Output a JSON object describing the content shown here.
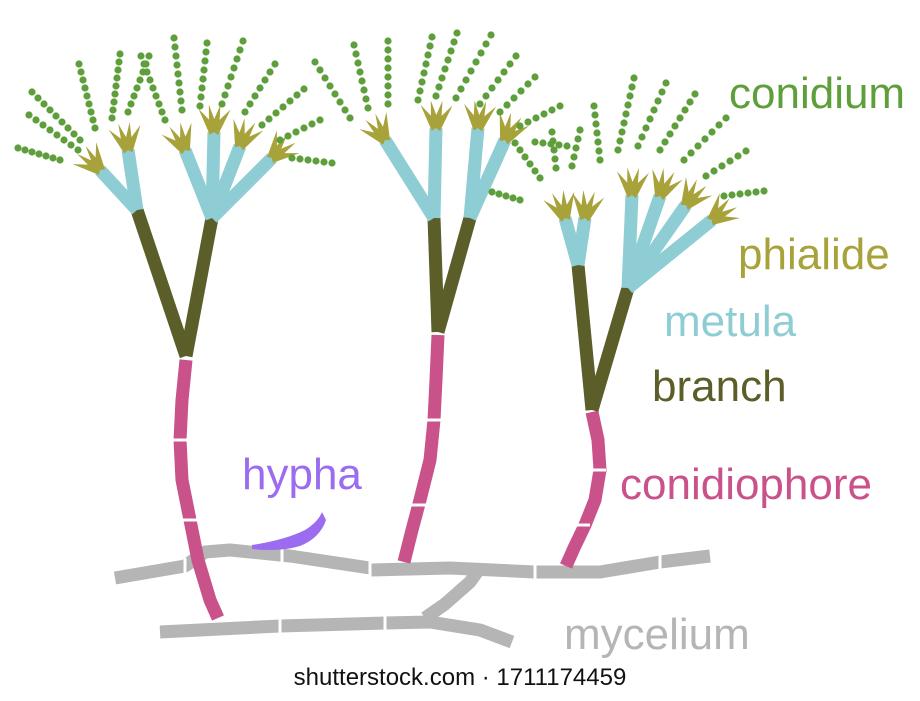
{
  "labels": {
    "conidium": "conidium",
    "phialide": "phialide",
    "metula": "metula",
    "branch": "branch",
    "conidiophore": "conidiophore",
    "hypha": "hypha",
    "mycelium": "mycelium"
  },
  "watermark": "shutterstock.com · 1711174459",
  "colors": {
    "conidium": "#5e9e3b",
    "phialide": "#a8a23a",
    "metula": "#8fcdd5",
    "branch": "#5c5e2a",
    "conidiophore": "#c9528a",
    "hypha": "#9b6cf0",
    "mycelium": "#b5b5b5",
    "watermark": "#111111"
  }
}
